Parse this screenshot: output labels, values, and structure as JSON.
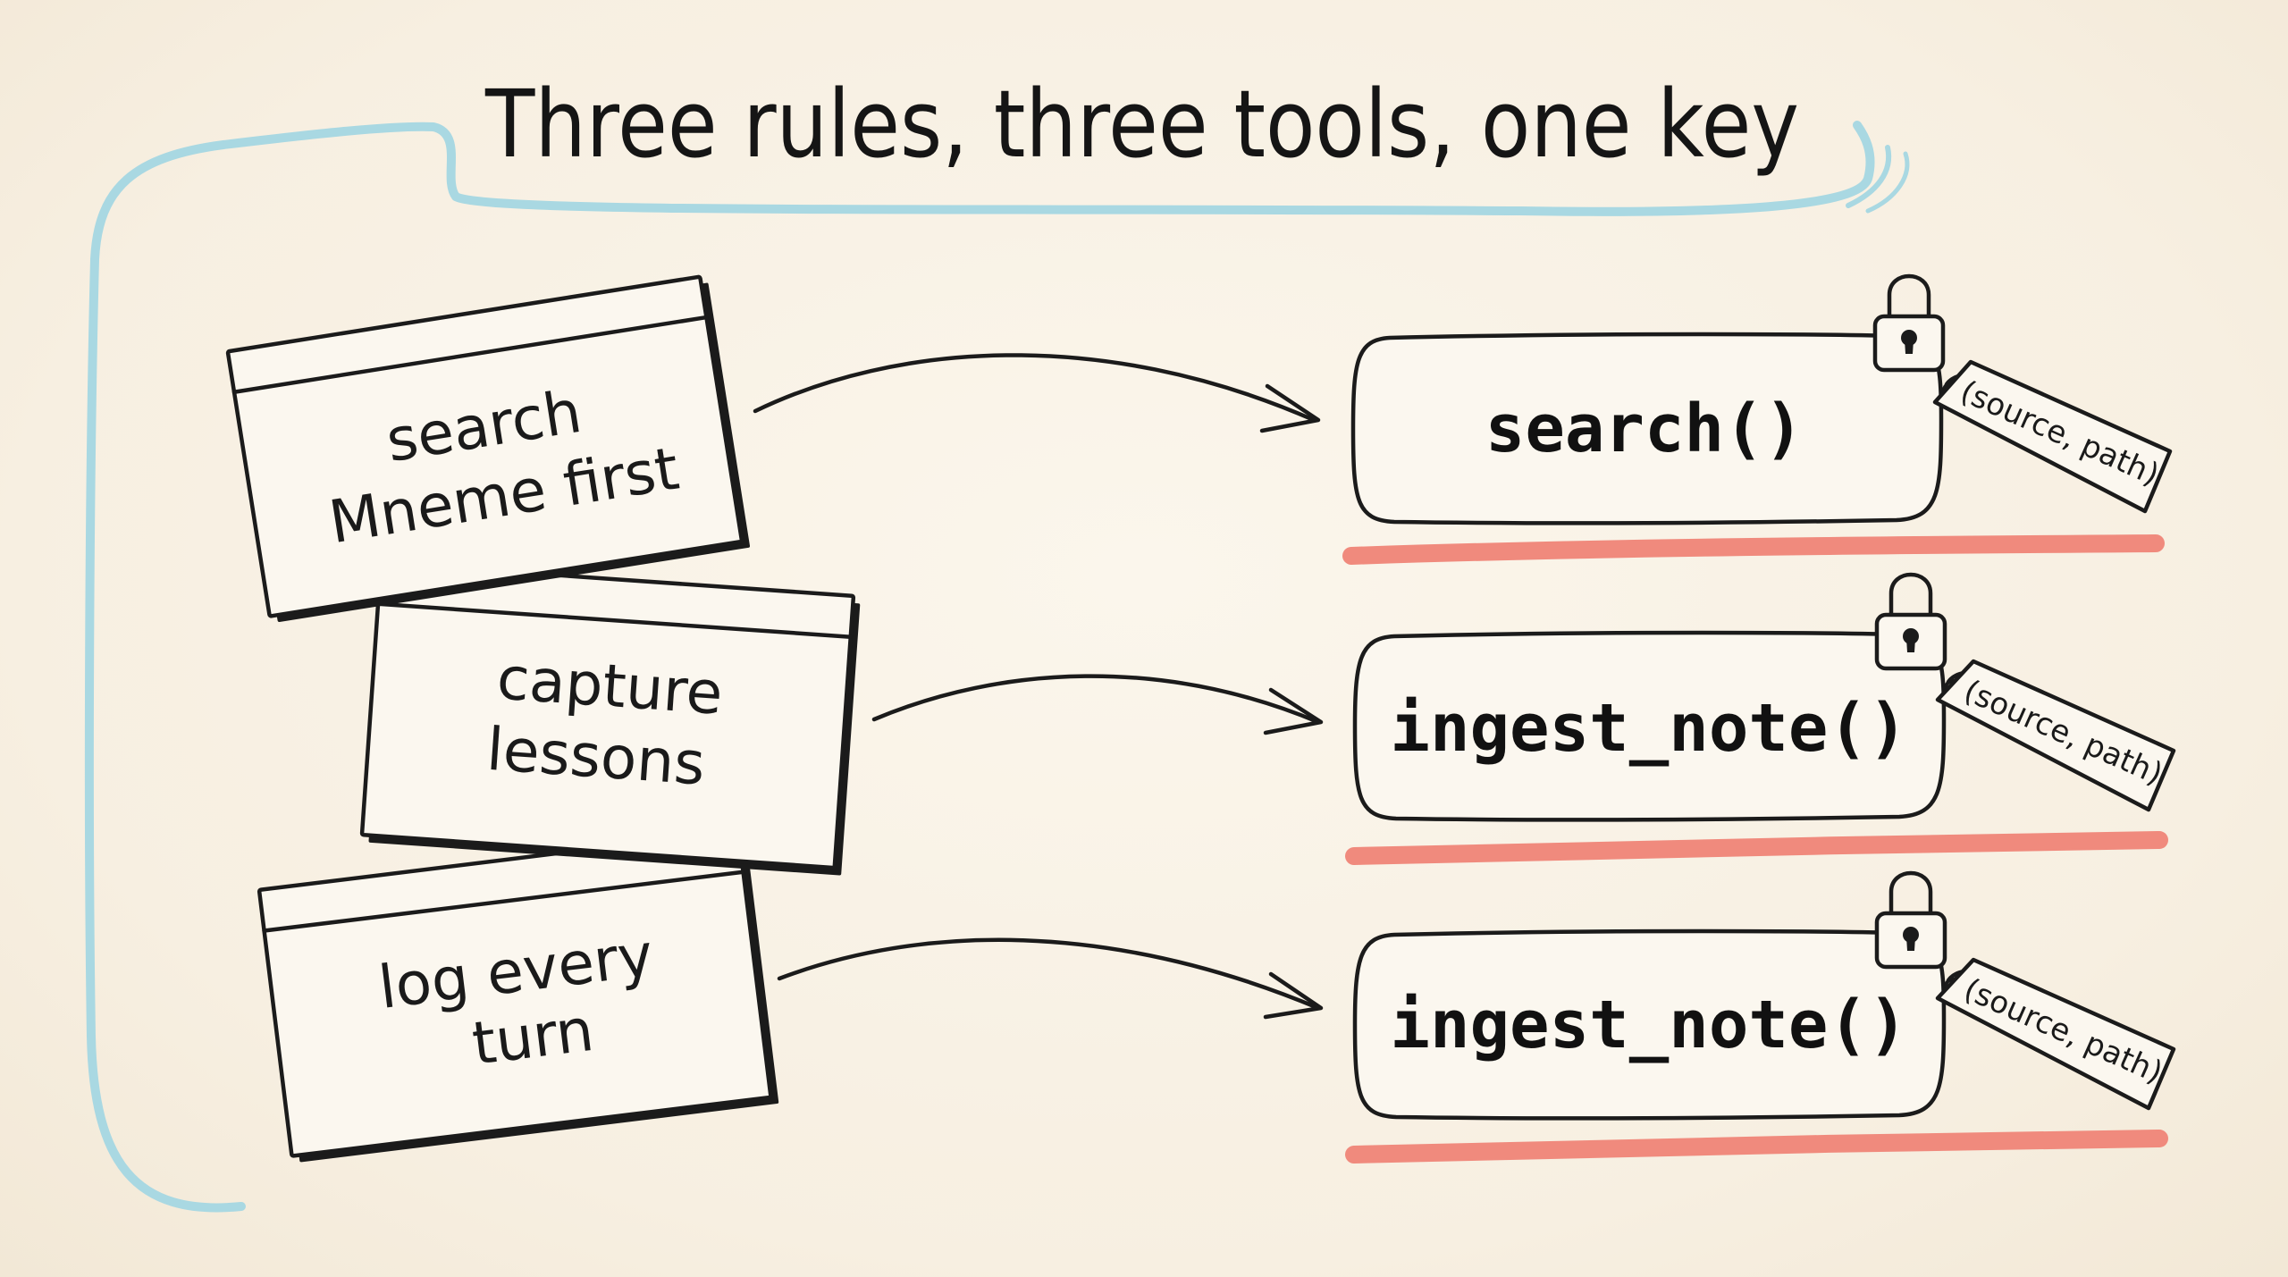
{
  "title": "Three rules, three tools, one key",
  "rules": [
    {
      "line1": "search",
      "line2": "Mneme first"
    },
    {
      "line1": "capture",
      "line2": "lessons"
    },
    {
      "line1": "log every",
      "line2": "turn"
    }
  ],
  "tools": [
    {
      "label": "search()",
      "tag": "(source, path)"
    },
    {
      "label": "ingest_note()",
      "tag": "(source, path)"
    },
    {
      "label": "ingest_note()",
      "tag": "(source, path)"
    }
  ],
  "colors": {
    "bracket": "#a9d8e2",
    "underline": "#f08a7d",
    "ink": "#1b1b1b",
    "background": "#f8f1e4"
  },
  "icons": [
    "padlock-icon",
    "key-tag-icon",
    "arrow-icon"
  ]
}
